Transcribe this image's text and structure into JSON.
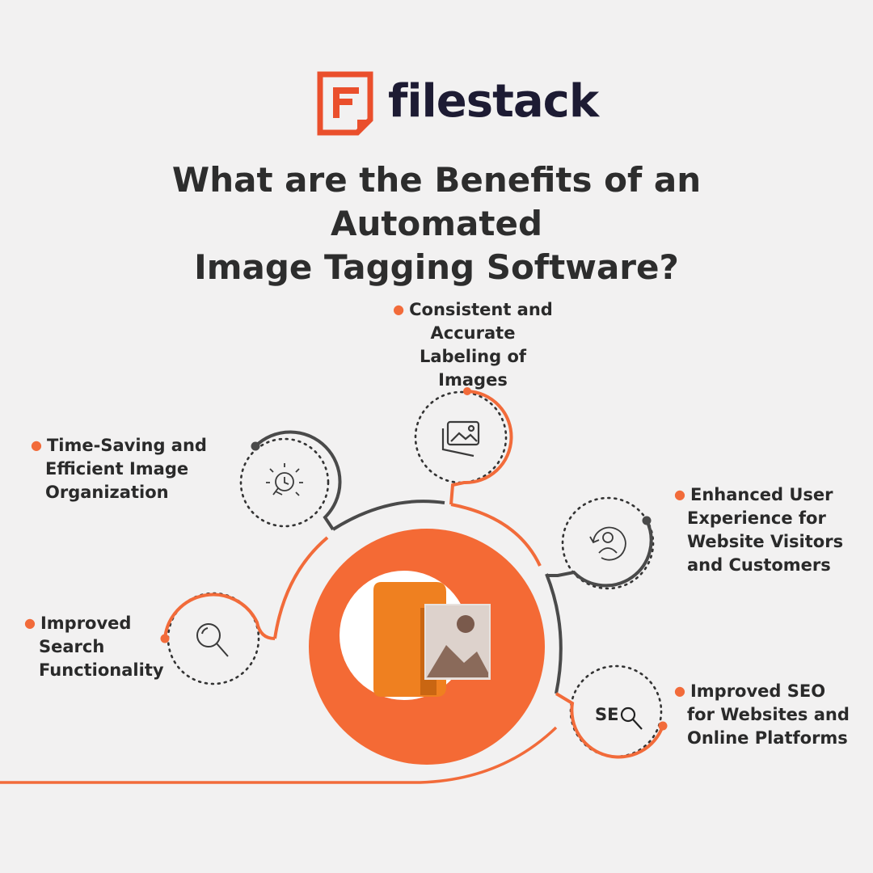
{
  "brand": {
    "name": "filestack",
    "accent_color": "#f26b3a",
    "text_color": "#1d1b33"
  },
  "headline": {
    "line1": "What are the Benefits of an Automated",
    "line2": "Image Tagging Software?"
  },
  "benefits": [
    {
      "lines": [
        "Consistent and",
        "Accurate",
        "Labeling of Images"
      ],
      "icon": "image-gallery-icon"
    },
    {
      "lines": [
        "Time-Saving and",
        "Efficient Image",
        "Organization"
      ],
      "icon": "lightbulb-clock-icon"
    },
    {
      "lines": [
        "Enhanced User",
        "Experience for",
        "Website Visitors",
        "and Customers"
      ],
      "icon": "user-refresh-icon"
    },
    {
      "lines": [
        "Improved",
        "Search",
        "Functionality"
      ],
      "icon": "search-icon"
    },
    {
      "lines": [
        "Improved SEO",
        "for Websites and",
        "Online Platforms"
      ],
      "icon": "seo-search-icon"
    }
  ],
  "seo_icon_text": "SE",
  "center_icon": "image-tag-icon"
}
